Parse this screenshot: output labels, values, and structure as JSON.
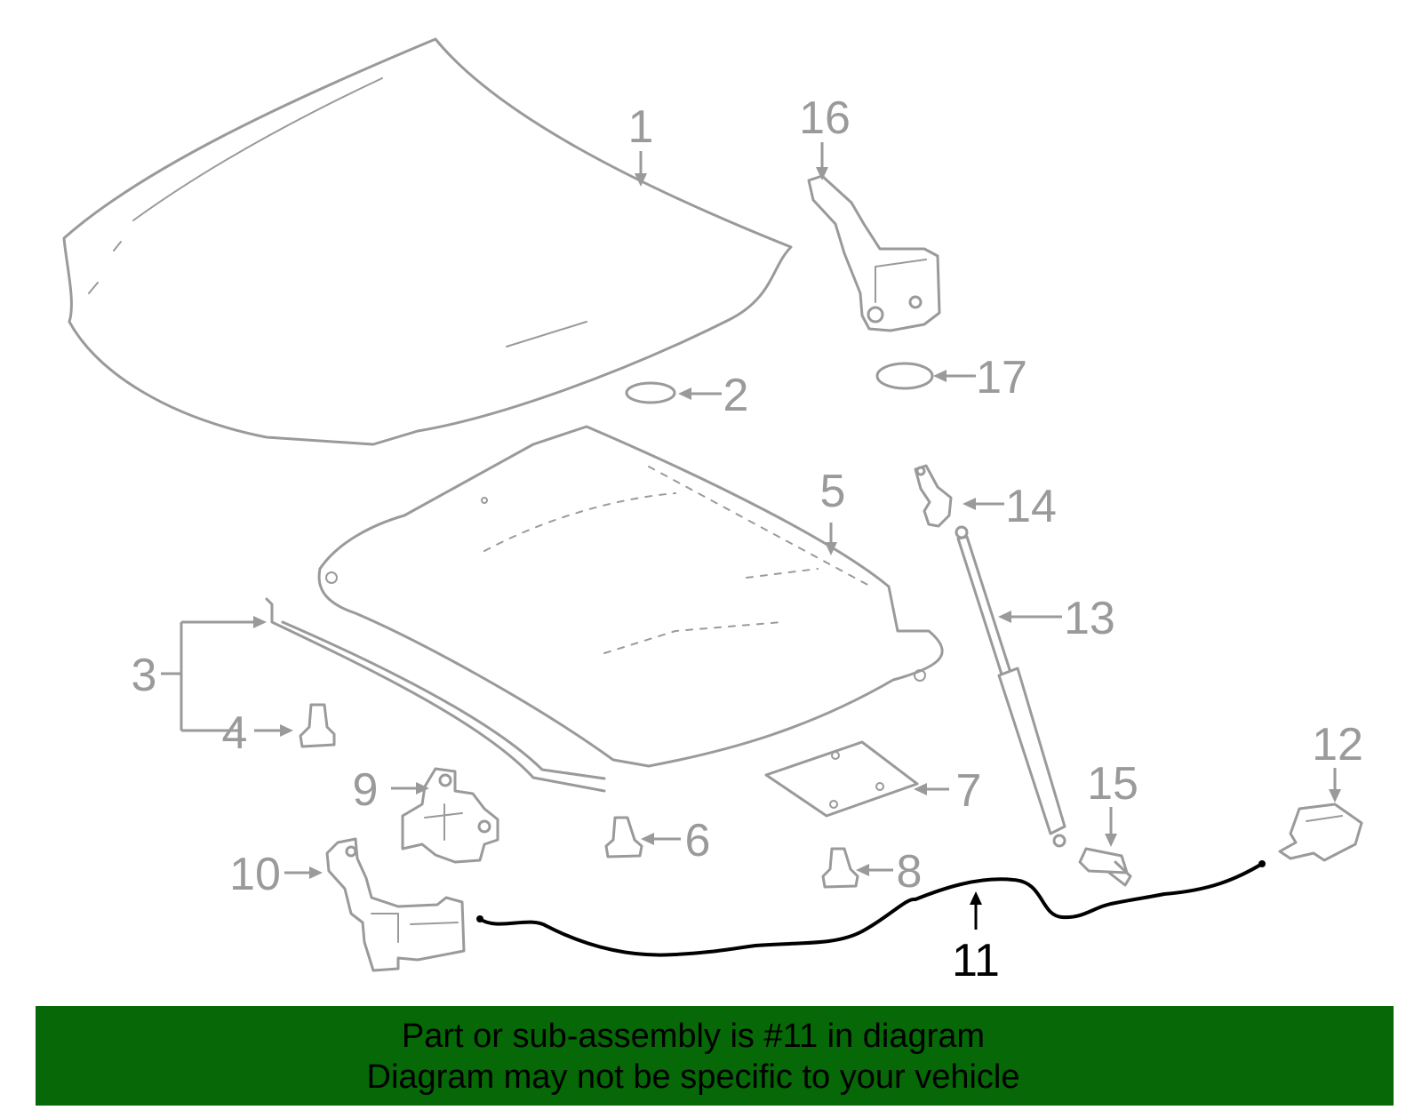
{
  "callouts": {
    "c1": "1",
    "c2": "2",
    "c3": "3",
    "c4": "4",
    "c5": "5",
    "c6": "6",
    "c7": "7",
    "c8": "8",
    "c9": "9",
    "c10": "10",
    "c11": "11",
    "c12": "12",
    "c13": "13",
    "c14": "14",
    "c15": "15",
    "c16": "16",
    "c17": "17"
  },
  "highlighted_part": "11",
  "colors": {
    "part_lines": "#9a9a9a",
    "highlight": "#000000",
    "banner_background": "#066806",
    "banner_text": "#000000"
  },
  "banner": {
    "line1": "Part or sub-assembly is #11 in diagram",
    "line2": "Diagram may not be specific to your vehicle"
  }
}
